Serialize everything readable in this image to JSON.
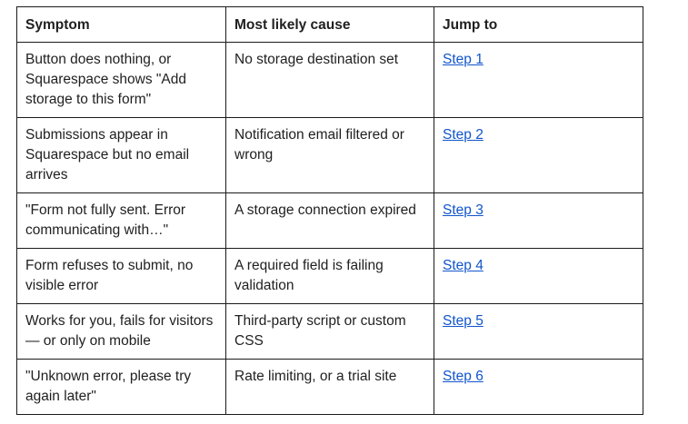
{
  "table": {
    "headers": [
      "Symptom",
      "Most likely cause",
      "Jump to"
    ],
    "rows": [
      {
        "symptom": "Button does nothing, or Squarespace shows \"Add storage to this form\"",
        "cause": "No storage destination set",
        "jump": "Step 1"
      },
      {
        "symptom": "Submissions appear in Squarespace but no email arrives",
        "cause": "Notification email filtered or wrong",
        "jump": "Step 2"
      },
      {
        "symptom": "\"Form not fully sent. Error communicating with…\"",
        "cause": "A storage connection expired",
        "jump": "Step 3"
      },
      {
        "symptom": "Form refuses to submit, no visible error",
        "cause": "A required field is failing validation",
        "jump": "Step 4"
      },
      {
        "symptom": "Works for you, fails for visitors — or only on mobile",
        "cause": "Third-party script or custom CSS",
        "jump": "Step 5"
      },
      {
        "symptom": "\"Unknown error, please try again later\"",
        "cause": "Rate limiting, or a trial site",
        "jump": "Step 6"
      }
    ]
  }
}
